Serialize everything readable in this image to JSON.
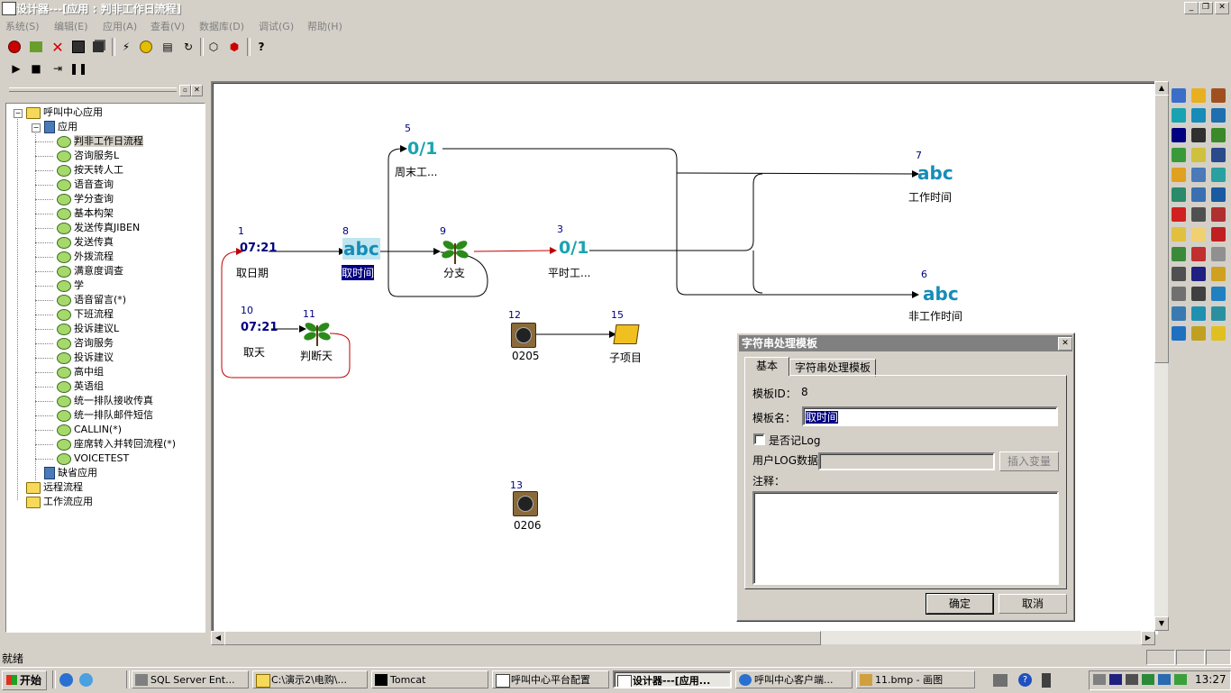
{
  "window": {
    "title": "设计器---[应用 : 判非工作日流程]"
  },
  "menu": [
    "系统(S)",
    "编辑(E)",
    "应用(A)",
    "查看(V)",
    "数据库(D)",
    "调试(G)",
    "帮助(H)"
  ],
  "tree": {
    "root": "呼叫中心应用",
    "app_folder": "应用",
    "items": [
      "判非工作日流程",
      "咨询服务L",
      "按天转人工",
      "语音查询",
      "学分查询",
      "基本构架",
      "发送传真JIBEN",
      "发送传真",
      "外拨流程",
      "满意度调查",
      "学",
      "语音留言(*)",
      "下班流程",
      "投诉建议L",
      "咨询服务",
      "投诉建议",
      "高中组",
      "英语组",
      "统一排队接收传真",
      "统一排队邮件短信",
      "CALLIN(*)",
      "座席转入并转回流程(*)",
      "VOICETEST"
    ],
    "default_app": "缺省应用",
    "remote": "远程流程",
    "workflow": "工作流应用"
  },
  "nodes": {
    "n1": {
      "id": "1",
      "icon": "07:21",
      "label": "取日期"
    },
    "n8": {
      "id": "8",
      "icon": "abc",
      "label": "取时间"
    },
    "n9": {
      "id": "9",
      "label": "分支"
    },
    "n3": {
      "id": "3",
      "icon": "0/1",
      "label": "平时工..."
    },
    "n5": {
      "id": "5",
      "icon": "0/1",
      "label": "周末工..."
    },
    "n7": {
      "id": "7",
      "icon": "abc",
      "label": "工作时间"
    },
    "n6": {
      "id": "6",
      "icon": "abc",
      "label": "非工作时间"
    },
    "n10": {
      "id": "10",
      "icon": "07:21",
      "label": "取天"
    },
    "n11": {
      "id": "11",
      "label": "判断天"
    },
    "n12": {
      "id": "12",
      "label": "0205"
    },
    "n15": {
      "id": "15",
      "label": "子项目"
    },
    "n13": {
      "id": "13",
      "label": "0206"
    }
  },
  "dialog": {
    "title": "字符串处理模板",
    "tabs": [
      "基本",
      "字符串处理模板"
    ],
    "template_id_label": "模板ID：",
    "template_id_value": "8",
    "template_name_label": "模板名：",
    "template_name_value": "取时间",
    "log_checkbox_label": "是否记Log",
    "log_checked": false,
    "user_log_label": "用户LOG数据",
    "user_log_value": "",
    "insert_var_button": "插入变量",
    "comment_label": "注释：",
    "comment_value": "",
    "ok_button": "确定",
    "cancel_button": "取消"
  },
  "status": {
    "text": "就绪"
  },
  "taskbar": {
    "start": "开始",
    "tasks": [
      "SQL Server Ent...",
      "C:\\演示2\\电购\\...",
      "Tomcat",
      "呼叫中心平台配置",
      "设计器---[应用...",
      "呼叫中心客户端...",
      "11.bmp - 画图"
    ],
    "clock": "13:27"
  },
  "colors": {
    "canvas_bg": "#ffffff",
    "window_bg": "#d4d0c8",
    "node_id": "#000080",
    "selection": "#000080",
    "red_line": "#c00000"
  }
}
